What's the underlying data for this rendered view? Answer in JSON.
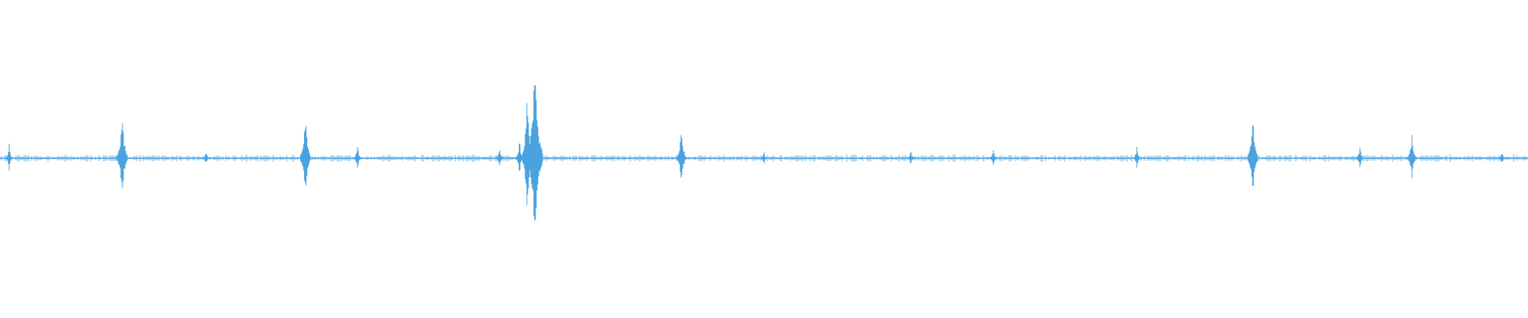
{
  "waveform": {
    "color": "#4aa3df",
    "amplitude_max": 1.0,
    "baseline_noise": 0.02,
    "events": [
      {
        "position": 0.006,
        "amplitude": 0.12
      },
      {
        "position": 0.08,
        "amplitude": 0.45
      },
      {
        "position": 0.135,
        "amplitude": 0.08
      },
      {
        "position": 0.2,
        "amplitude": 0.42
      },
      {
        "position": 0.234,
        "amplitude": 0.14
      },
      {
        "position": 0.327,
        "amplitude": 0.1
      },
      {
        "position": 0.34,
        "amplitude": 0.18
      },
      {
        "position": 0.345,
        "amplitude": 0.55
      },
      {
        "position": 0.35,
        "amplitude": 0.9
      },
      {
        "position": 0.446,
        "amplitude": 0.32
      },
      {
        "position": 0.5,
        "amplitude": 0.07
      },
      {
        "position": 0.596,
        "amplitude": 0.07
      },
      {
        "position": 0.65,
        "amplitude": 0.1
      },
      {
        "position": 0.744,
        "amplitude": 0.11
      },
      {
        "position": 0.82,
        "amplitude": 0.42
      },
      {
        "position": 0.89,
        "amplitude": 0.12
      },
      {
        "position": 0.924,
        "amplitude": 0.25
      },
      {
        "position": 0.983,
        "amplitude": 0.07
      }
    ]
  }
}
